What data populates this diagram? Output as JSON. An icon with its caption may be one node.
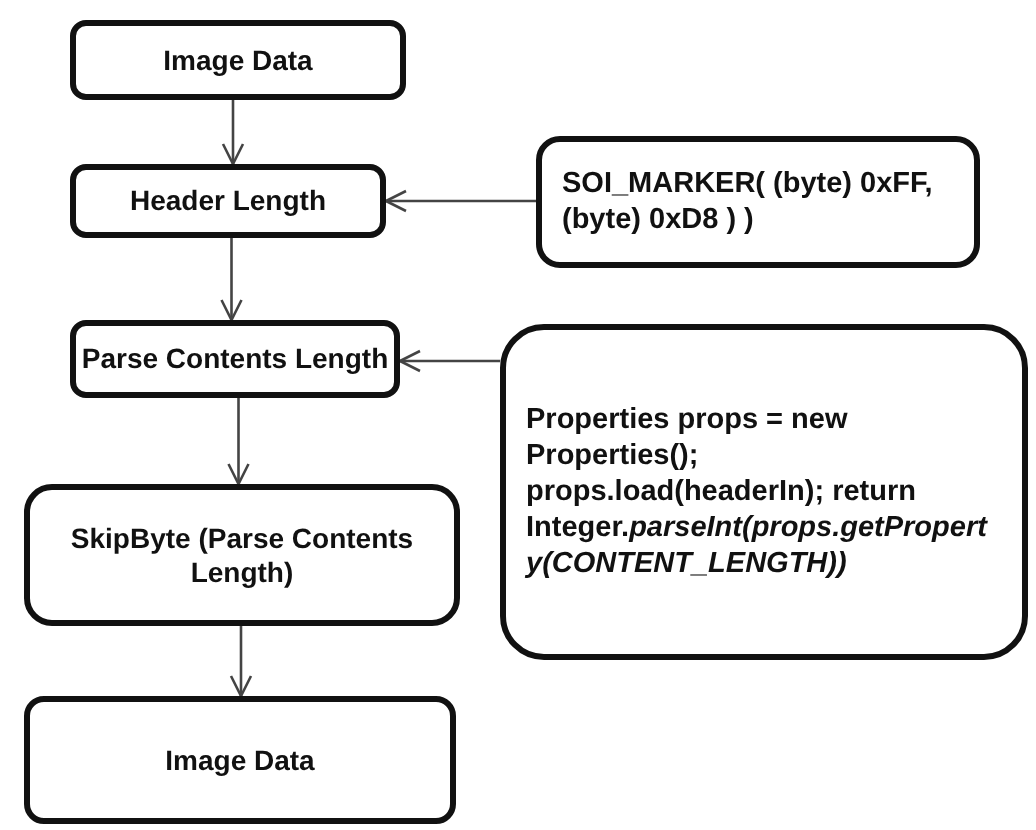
{
  "diagram": {
    "nodes": [
      {
        "text": [
          "Image Data"
        ]
      },
      {
        "text": [
          "Header Length"
        ]
      },
      {
        "text": [
          "SOI_MARKER( (byte) 0xFF, (byte) 0xD8 ) )"
        ]
      },
      {
        "text": [
          "Parse Contents Length"
        ]
      },
      {
        "text": [
          "Properties props = new Properties(); props.load(headerIn); return Integer.*parseInt(props.getProperty(CONTENT_LENGTH))*"
        ]
      },
      {
        "text": [
          "SkipByte (Parse Contents Length)"
        ]
      },
      {
        "text": [
          "Image Data"
        ]
      }
    ],
    "edges": [
      {
        "from": 0,
        "to": 1,
        "arrow": "to"
      },
      {
        "from": 1,
        "to": 3,
        "arrow": "to"
      },
      {
        "from": 2,
        "to": 1,
        "arrow": "to"
      },
      {
        "from": 4,
        "to": 3,
        "arrow": "to"
      },
      {
        "from": 3,
        "to": 5,
        "arrow": "to"
      },
      {
        "from": 5,
        "to": 6,
        "arrow": "to"
      }
    ]
  }
}
